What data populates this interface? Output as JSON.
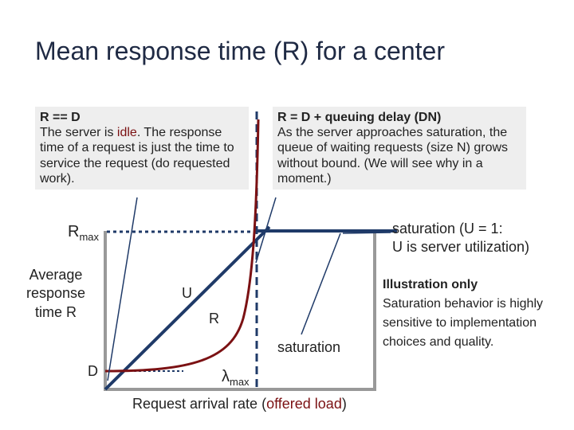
{
  "title": "Mean response time (R) for a center",
  "left_note": {
    "heading": "R == D",
    "line1_pre": "The server is ",
    "line1_highlight": "idle",
    "line1_post": ". The",
    "rest": "response time of a request is just the time to service the request (do requested work)."
  },
  "right_note": {
    "heading": "R = D + queuing delay (DN)",
    "body": "As the server approaches saturation, the queue of waiting requests (size N) grows without bound. (We will see why in a moment.)"
  },
  "labels": {
    "rmax_main": "R",
    "rmax_sub": "max",
    "y_axis_line1": "Average",
    "y_axis_line2": "response",
    "y_axis_line3": "time R",
    "d": "D",
    "u": "U",
    "r": "R",
    "saturation": "saturation",
    "lambda_main": "λ",
    "lambda_sub": "max",
    "x_axis_pre": "Request arrival rate (",
    "x_axis_highlight": "offered load",
    "x_axis_post": ")",
    "saturation_note_line1": "saturation (U = 1:",
    "saturation_note_line2": "U is server utilization)"
  },
  "illustration": {
    "heading": "Illustration only",
    "body": "Saturation behavior is highly sensitive to implementation choices and quality."
  },
  "colors": {
    "navy": "#1f3a68",
    "dark_red": "#7b1113",
    "axis": "#999999",
    "note_bg": "#eeeeee"
  }
}
